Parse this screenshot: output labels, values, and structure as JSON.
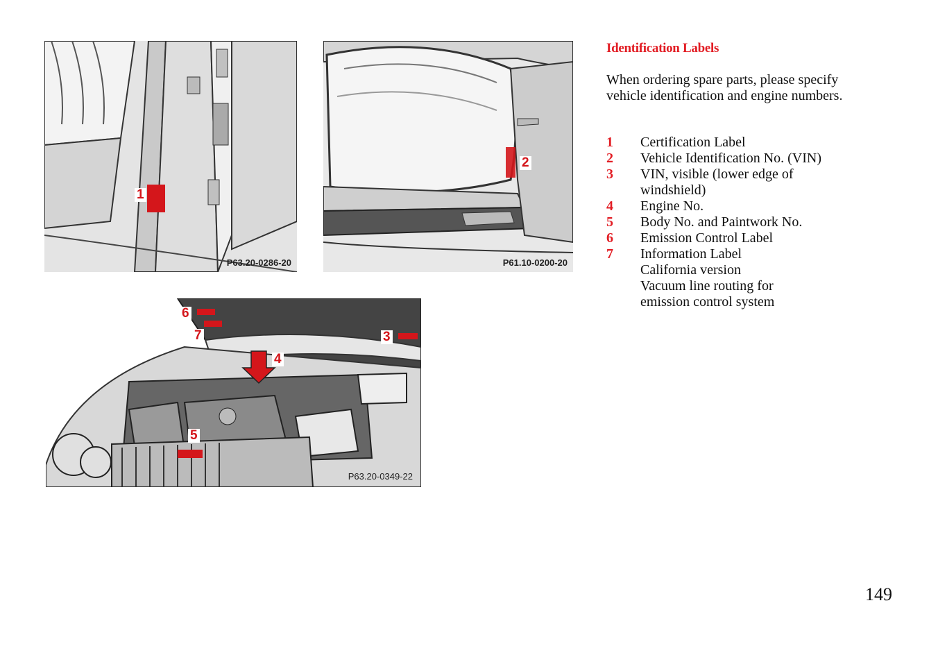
{
  "figures": {
    "door": {
      "code": "P63.20-0286-20",
      "callout": "1"
    },
    "seat": {
      "code": "P61.10-0200-20",
      "callout": "2"
    },
    "engine": {
      "code": "P63.20-0349-22",
      "callouts": [
        "6",
        "7",
        "3",
        "4",
        "5"
      ]
    }
  },
  "text": {
    "heading": "Identification Labels",
    "intro": "When ordering spare parts, please specify vehicle identification and engine numbers.",
    "items": [
      {
        "num": "1",
        "label": "Certification Label"
      },
      {
        "num": "2",
        "label": "Vehicle Identification No. (VIN)"
      },
      {
        "num": "3",
        "label": "VIN, visible (lower edge of windshield)"
      },
      {
        "num": "4",
        "label": "Engine No."
      },
      {
        "num": "5",
        "label": "Body No. and Paintwork No."
      },
      {
        "num": "6",
        "label": "Emission Control Label"
      },
      {
        "num": "7",
        "label": "Information Label"
      }
    ],
    "item7_sub": [
      "California version",
      "Vacuum line routing for",
      "emission control system"
    ]
  },
  "page_number": "149",
  "colors": {
    "accent": "#e21d24",
    "label_red": "#d4161b"
  }
}
